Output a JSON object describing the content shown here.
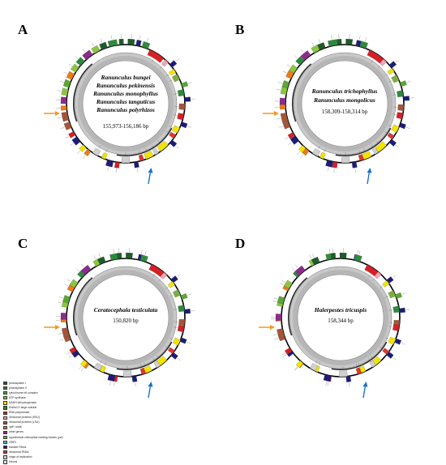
{
  "panels": [
    {
      "letter": "A",
      "species": [
        "Ranunculus bungei",
        "Ranunculus pekinensis",
        "Ranunculus monophyllus",
        "Ranunculus tanguticus",
        "Ranunculus polyrhizos"
      ],
      "length": "155,973-156,186 bp"
    },
    {
      "letter": "B",
      "species": [
        "Ranunculus trichophyllus",
        "Ranunculus mongolicus"
      ],
      "length": "158,309-158,314 bp"
    },
    {
      "letter": "C",
      "species": [
        "Ceratocephala testiculata"
      ],
      "length": "150,820 bp"
    },
    {
      "letter": "D",
      "species": [
        "Halerpestes tricuspis"
      ],
      "length": "158,344 bp"
    }
  ],
  "legend": [
    {
      "label": "photosystem I",
      "color": "#1e5c2a"
    },
    {
      "label": "photosystem II",
      "color": "#2e8b3c"
    },
    {
      "label": "cytochrome b/f complex",
      "color": "#5aa832"
    },
    {
      "label": "ATP synthase",
      "color": "#8cc63f"
    },
    {
      "label": "NADH dehydrogenase",
      "color": "#f2e400"
    },
    {
      "label": "RubisCO large subunit",
      "color": "#3a7d2c"
    },
    {
      "label": "RNA polymerase",
      "color": "#d62026"
    },
    {
      "label": "ribosomal proteins (SSU)",
      "color": "#f5a3b5"
    },
    {
      "label": "ribosomal proteins (LSU)",
      "color": "#a5543a"
    },
    {
      "label": "clpP, matK",
      "color": "#f07a14"
    },
    {
      "label": "other genes",
      "color": "#8b2c8c"
    },
    {
      "label": "hypothetical chloroplast reading frames (ycf)",
      "color": "#7cae3e"
    },
    {
      "label": "ORFs",
      "color": "#4bbfe0"
    },
    {
      "label": "transfer RNAs",
      "color": "#1c1c7a"
    },
    {
      "label": "ribosomal RNAs",
      "color": "#e3342f"
    },
    {
      "label": "origin of replication",
      "color": "#d0d0d0"
    },
    {
      "label": "introns",
      "color": "#e8e8e8"
    }
  ],
  "colors": {
    "arrow_lsc": "#f39a1c",
    "arrow_ssc": "#1a73c9",
    "ring_gray_outer": "#c8c8c8",
    "ring_gray_inner": "#a8a8a8"
  }
}
